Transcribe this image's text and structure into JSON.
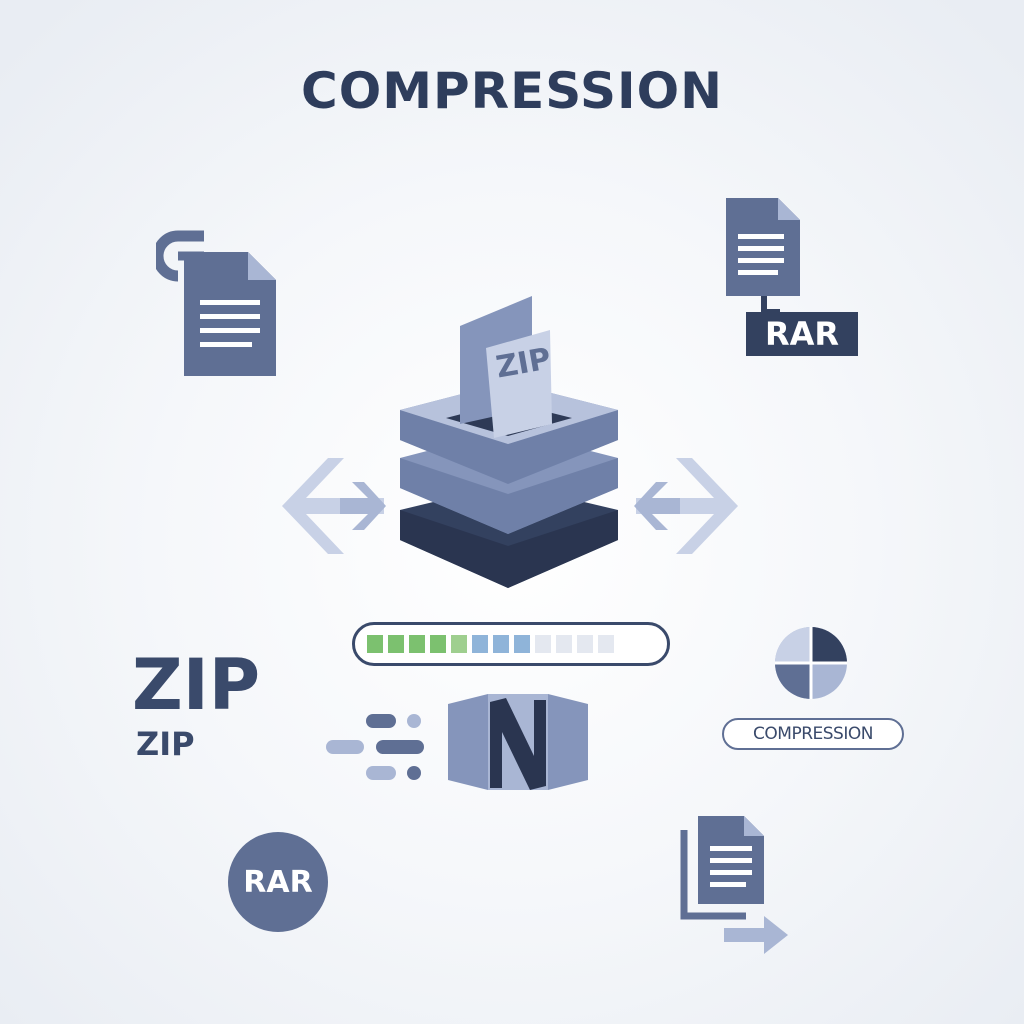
{
  "title": "COMPRESSION",
  "center_box": {
    "file_label": "ZIP"
  },
  "top_right": {
    "format_tag": "RAR"
  },
  "left_labels": {
    "zip_large": "ZIP",
    "zip_small": "ZIP"
  },
  "bottom_left": {
    "format_badge": "RAR"
  },
  "right_panel": {
    "pill_label": "COMPRESSION"
  },
  "progress": {
    "fraction": 0.68
  },
  "colors": {
    "primary": "#5f6f94",
    "dark": "#33415f",
    "light": "#a9b6d4",
    "progress_green": "#7cc16f",
    "progress_blue": "#8fb4d9"
  }
}
